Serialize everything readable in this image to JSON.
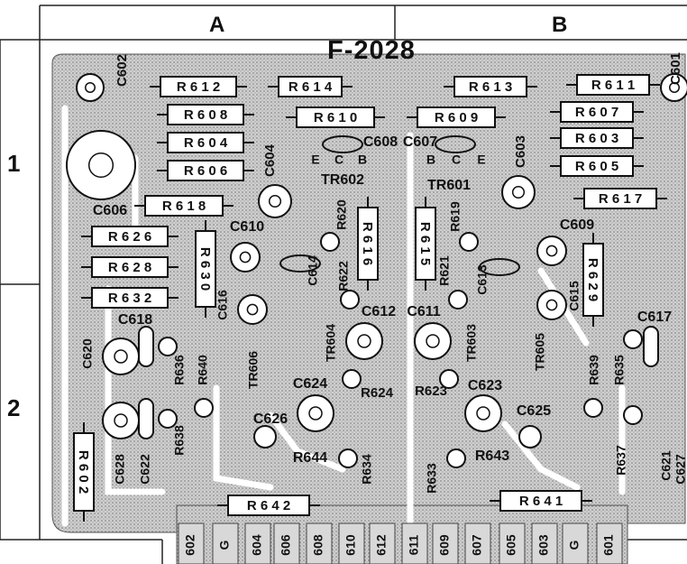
{
  "board": {
    "title": "F-2028",
    "columns": [
      "A",
      "B"
    ],
    "rows": [
      "1",
      "2"
    ]
  },
  "resistors": [
    {
      "ref": "R612"
    },
    {
      "ref": "R614"
    },
    {
      "ref": "R613"
    },
    {
      "ref": "R611"
    },
    {
      "ref": "R608"
    },
    {
      "ref": "R610"
    },
    {
      "ref": "R609"
    },
    {
      "ref": "R607"
    },
    {
      "ref": "R604"
    },
    {
      "ref": "R603"
    },
    {
      "ref": "R606"
    },
    {
      "ref": "R605"
    },
    {
      "ref": "R618"
    },
    {
      "ref": "R617"
    },
    {
      "ref": "R626"
    },
    {
      "ref": "R628"
    },
    {
      "ref": "R632"
    },
    {
      "ref": "R630"
    },
    {
      "ref": "R616"
    },
    {
      "ref": "R615"
    },
    {
      "ref": "R629"
    },
    {
      "ref": "R602"
    },
    {
      "ref": "R642"
    },
    {
      "ref": "R641"
    }
  ],
  "labels": [
    "C602",
    "C601",
    "C606",
    "C604",
    "C603",
    "C608",
    "C607",
    "TR602",
    "TR601",
    "E",
    "C",
    "B",
    "B",
    "C",
    "E",
    "R620",
    "R619",
    "C610",
    "C609",
    "R622",
    "R621",
    "C614",
    "C613",
    "C616",
    "C615",
    "C612",
    "C611",
    "TR604",
    "TR603",
    "TR606",
    "TR605",
    "C618",
    "C617",
    "C620",
    "R636",
    "R635",
    "R640",
    "R639",
    "C624",
    "C623",
    "R624",
    "R623",
    "C626",
    "C625",
    "C628",
    "C622",
    "R638",
    "R644",
    "R643",
    "R634",
    "R633",
    "R637",
    "C621",
    "C627"
  ],
  "pins": [
    "602",
    "G",
    "604",
    "606",
    "608",
    "610",
    "612",
    "611",
    "609",
    "607",
    "605",
    "603",
    "G",
    "601"
  ]
}
